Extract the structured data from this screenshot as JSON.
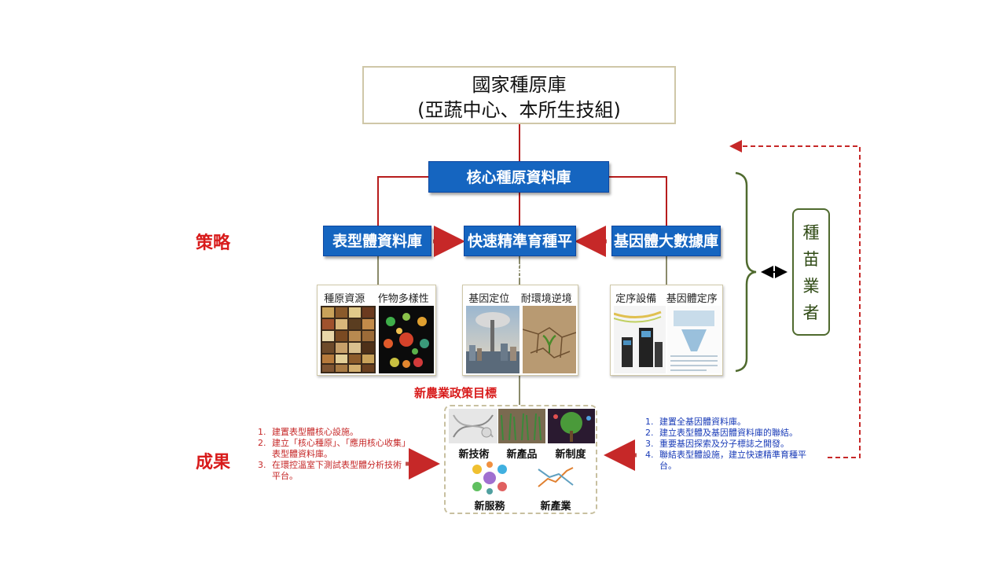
{
  "national_bank": {
    "line1": "國家種原庫",
    "line2": "(亞蔬中心、本所生技組)"
  },
  "core_db": "核心種原資料庫",
  "platforms": {
    "phenotype_db": "表型體資料庫",
    "breeding_platform": "快速精準育種平台",
    "genome_db": "基因體大數據庫"
  },
  "photo_cards": [
    {
      "labels": [
        "種原資源",
        "作物多樣性"
      ]
    },
    {
      "labels": [
        "基因定位",
        "耐環境逆境"
      ]
    },
    {
      "labels": [
        "定序設備",
        "基因體定序"
      ]
    }
  ],
  "labels": {
    "strategy": "策略",
    "result": "成果",
    "policy_goal": "新農業政策目標"
  },
  "seed_industry": [
    "種",
    "苗",
    "業",
    "者"
  ],
  "results": [
    "新技術",
    "新產品",
    "新制度",
    "新服務",
    "新產業"
  ],
  "left_list": [
    {
      "num": "1.",
      "text": "建置表型體核心設施。"
    },
    {
      "num": "2.",
      "text": "建立「核心種原」、「應用核心收集」表型體資料庫。"
    },
    {
      "num": "3.",
      "text": "在環控溫室下測試表型體分析技術平台。"
    }
  ],
  "right_list": [
    {
      "num": "1.",
      "text": "建置全基因體資料庫。"
    },
    {
      "num": "2.",
      "text": "建立表型體及基因體資料庫的聯結。"
    },
    {
      "num": "3.",
      "text": "重要基因探索及分子標誌之開發。"
    },
    {
      "num": "4.",
      "text": "聯結表型體設施，建立快速精準育種平台。"
    }
  ],
  "colors": {
    "blue_box": "#1565c0",
    "red_line": "#c62828",
    "olive": "#4f6a2e",
    "list_blue": "#1a3cb8"
  }
}
